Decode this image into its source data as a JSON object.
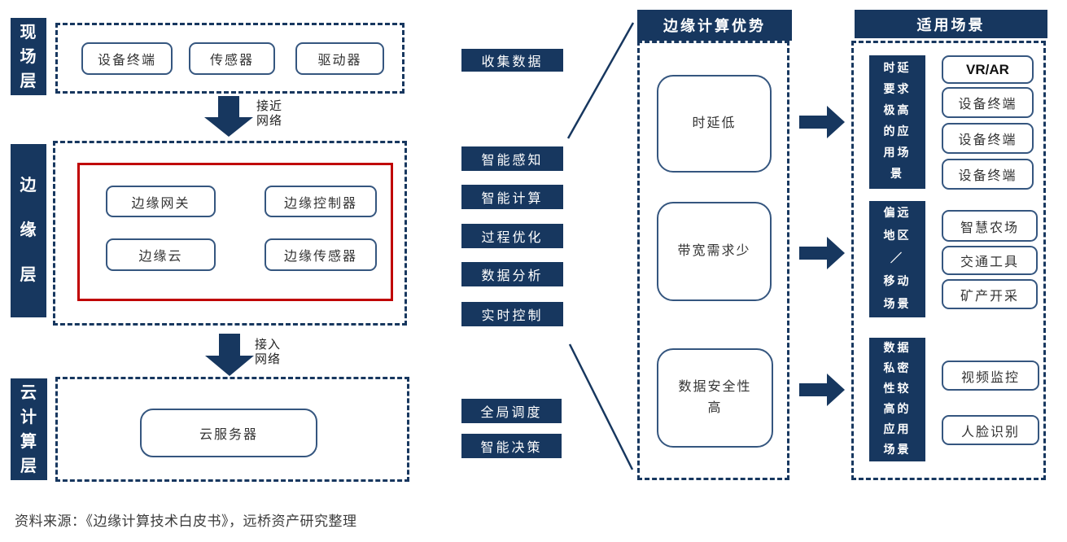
{
  "colors": {
    "navy": "#17375f",
    "red_highlight": "#c00000",
    "box_border_blue": "#35567f",
    "body_text": "#333333"
  },
  "layers": {
    "field": {
      "label": "现\n场\n层",
      "items": [
        "设备终端",
        "传感器",
        "驱动器"
      ]
    },
    "edge": {
      "label": "边\n缘\n层",
      "items": [
        "边缘网关",
        "边缘控制器",
        "边缘云",
        "边缘传感器"
      ]
    },
    "cloud": {
      "label": "云\n计\n算\n层",
      "items": [
        "云服务器"
      ]
    }
  },
  "flow_labels": {
    "near_network": "接近\n网络",
    "access_network": "接入\n网络"
  },
  "functions": {
    "collect": "收集数据",
    "edge_functions": [
      "智能感知",
      "智能计算",
      "过程优化",
      "数据分析",
      "实时控制"
    ],
    "cloud_functions": [
      "全局调度",
      "智能决策"
    ]
  },
  "advantages": {
    "title": "边缘计算优势",
    "items": [
      "时延低",
      "带宽需求少",
      "数据安全性\n高"
    ]
  },
  "scenarios": {
    "title": "适用场景",
    "groups": [
      {
        "label": "时延\n要求\n极高\n的应\n用场\n景",
        "items": [
          "VR/AR",
          "设备终端",
          "设备终端",
          "设备终端"
        ]
      },
      {
        "label": "偏远\n地区\n／\n移动\n场景",
        "items": [
          "智慧农场",
          "交通工具",
          "矿产开采"
        ]
      },
      {
        "label": "数据\n私密\n性较\n高的\n应用\n场景",
        "items": [
          "视频监控",
          "人脸识别"
        ]
      }
    ]
  },
  "source": "资料来源：《边缘计算技术白皮书》，远桥资产研究整理"
}
